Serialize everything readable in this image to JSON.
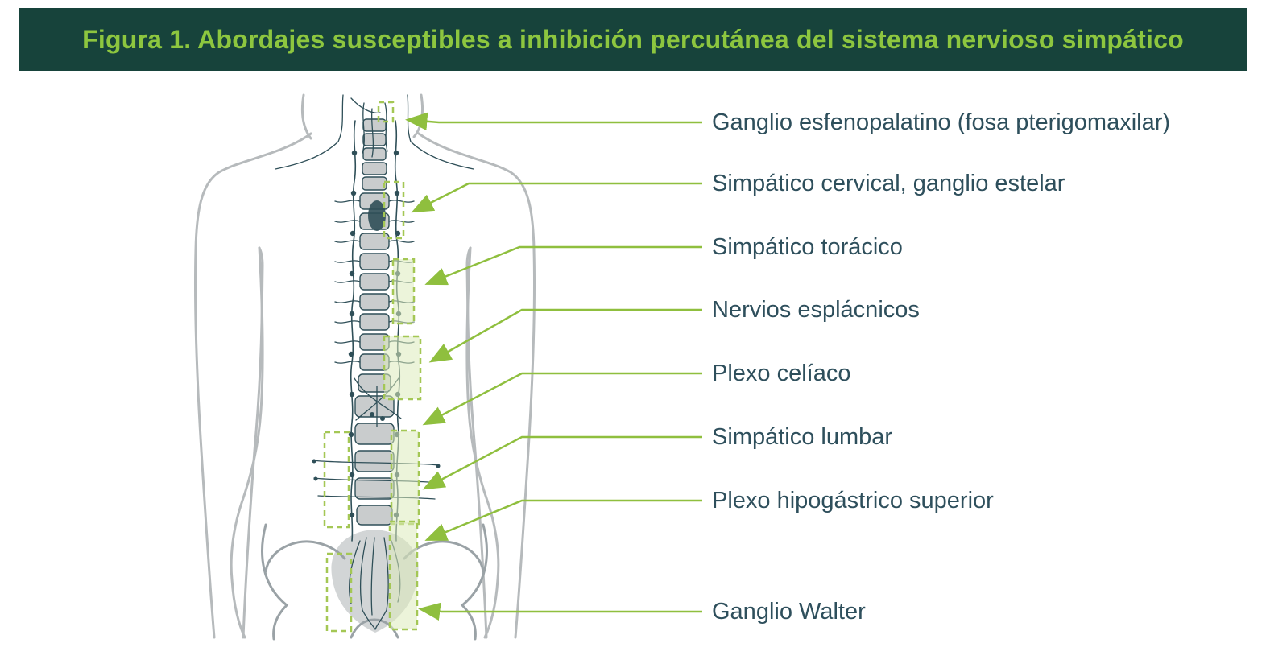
{
  "header": {
    "title": "Figura 1. Abordajes susceptibles a inhibición percutánea del sistema nervioso simpático"
  },
  "figure": {
    "description": "Posterior view of human torso with spine and sympathetic chain; dashed green boxes mark percutaneous approach targets",
    "labels": [
      {
        "text": "Ganglio esfenopalatino (fosa pterigomaxilar)"
      },
      {
        "text": "Simpático cervical, ganglio estelar"
      },
      {
        "text": "Simpático torácico"
      },
      {
        "text": "Nervios esplácnicos"
      },
      {
        "text": "Plexo celíaco"
      },
      {
        "text": "Simpático lumbar"
      },
      {
        "text": "Plexo hipogástrico superior"
      },
      {
        "text": "Ganglio Walter"
      }
    ]
  },
  "colors": {
    "header_bg": "#17433b",
    "accent_green": "#8dc63f",
    "arrow_green": "#8fbf3e",
    "highlight_box_green": "#a4c755",
    "highlight_fill": "#dcebbc",
    "label_text": "#2e4f5c",
    "spine_ink": "#2f4f58",
    "body_outline_gray": "#b6babc",
    "vertebra_fill": "#c9cccd",
    "sacrum_fill": "#d2d5d6"
  }
}
